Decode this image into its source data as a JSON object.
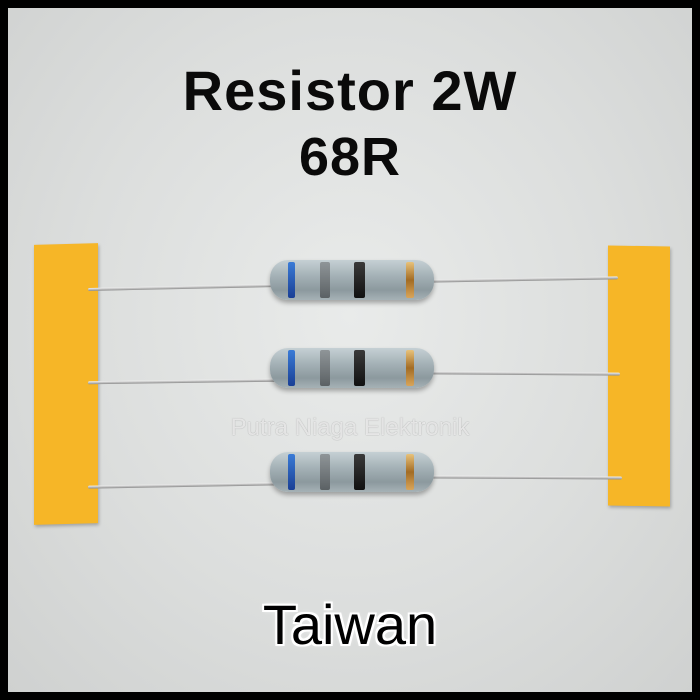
{
  "title": {
    "line1": "Resistor 2W",
    "line2": "68R"
  },
  "watermark": "Putra Niaga Elektronik",
  "origin": "Taiwan",
  "resistors": [
    {
      "bands": [
        "blue",
        "gray",
        "black",
        "gold"
      ]
    },
    {
      "bands": [
        "blue",
        "gray",
        "black",
        "gold"
      ]
    },
    {
      "bands": [
        "blue",
        "gray",
        "black",
        "gold"
      ]
    }
  ],
  "colors": {
    "tape": "#f6b627",
    "resistor_body": "#a4b1b6",
    "background": "#dcdedd"
  }
}
